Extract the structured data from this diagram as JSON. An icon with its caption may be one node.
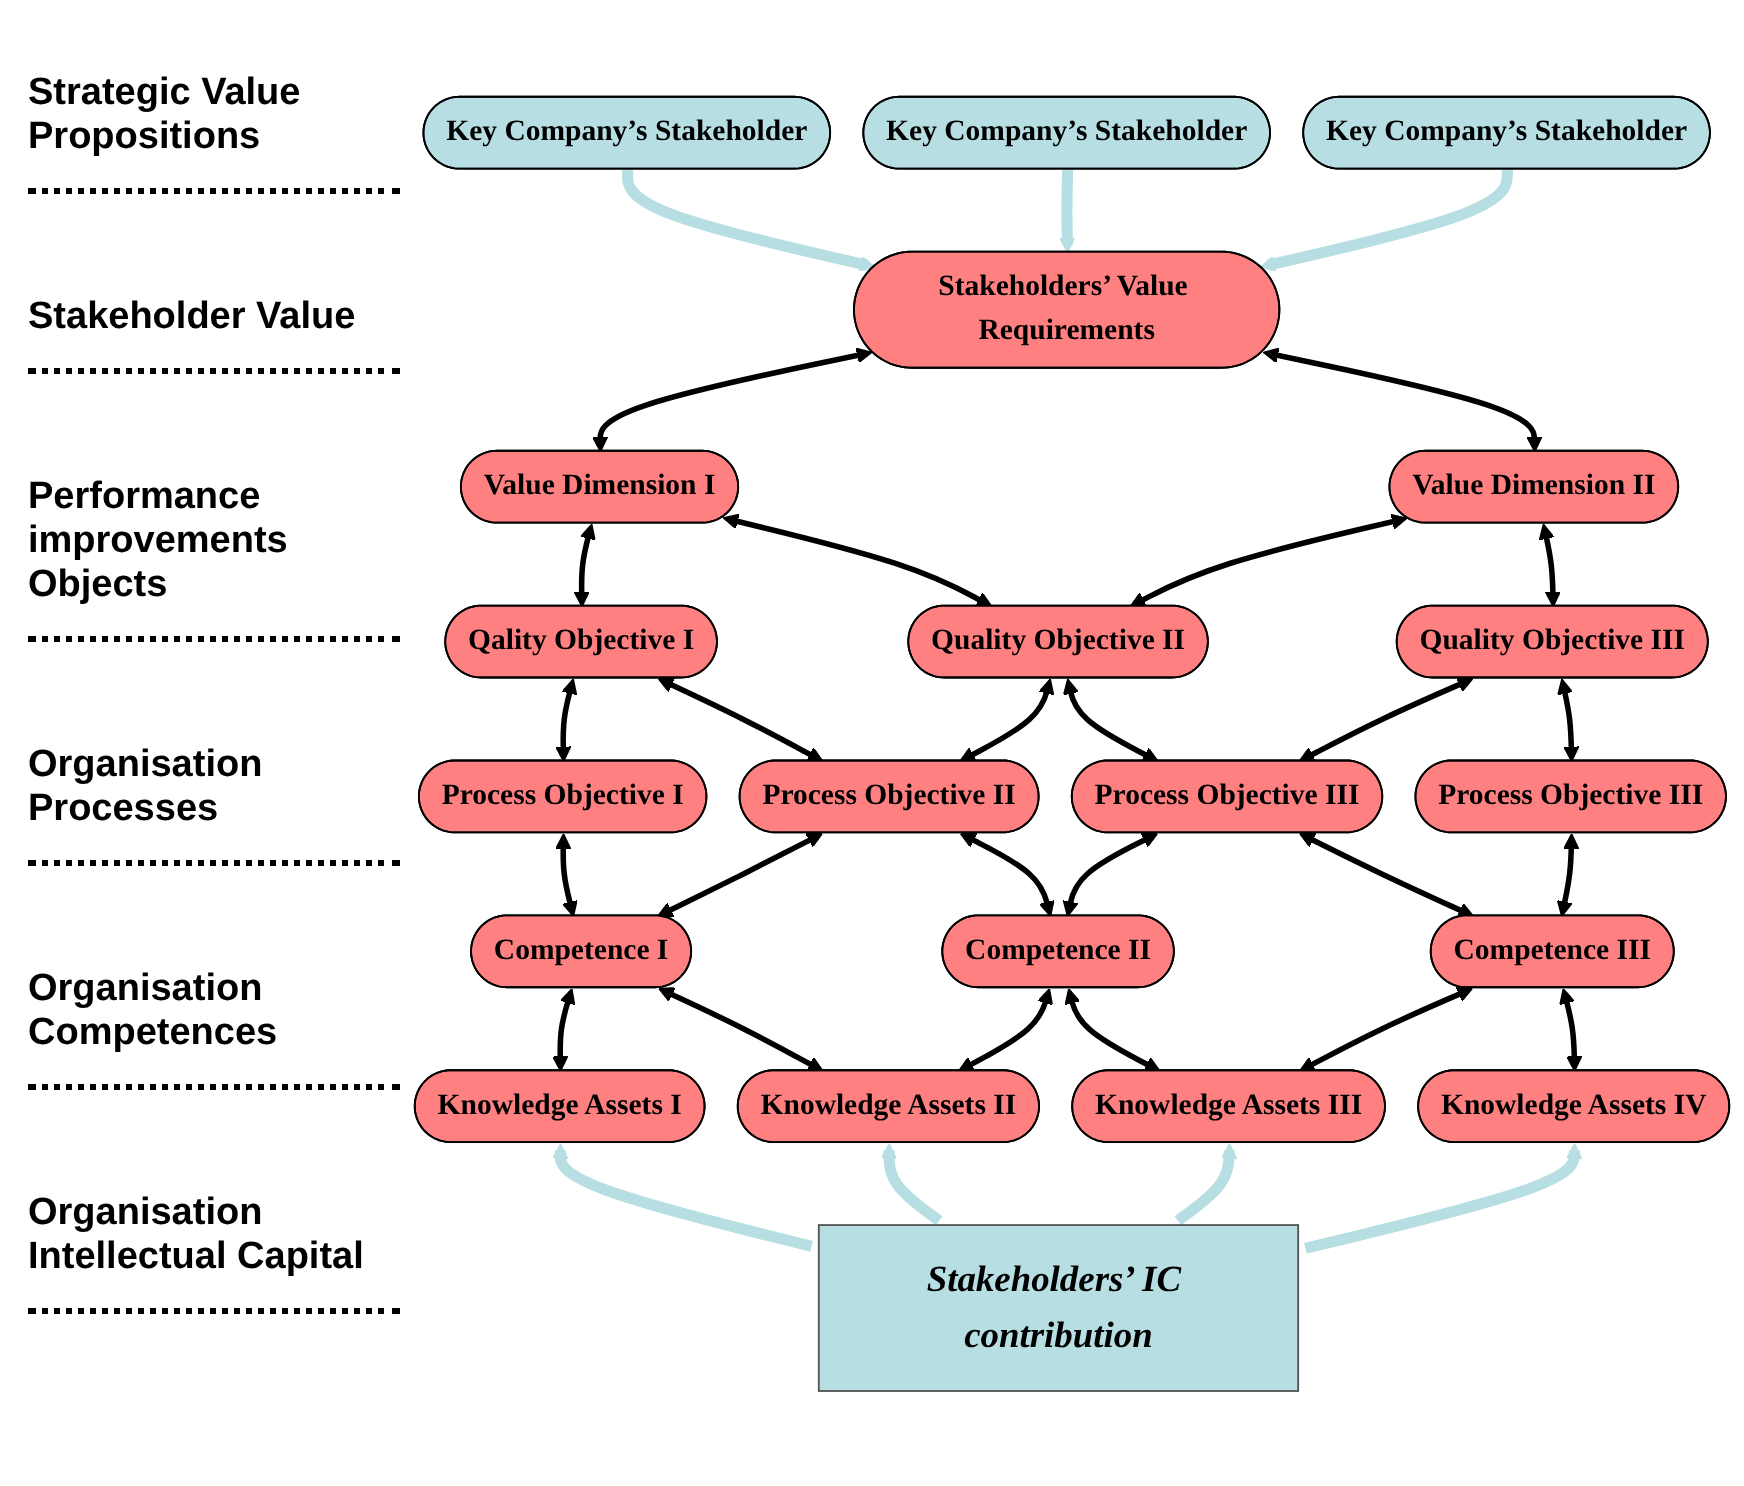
{
  "diagram": {
    "nodes": [
      {
        "text": [
          "Key Company’s Stakeholder"
        ]
      },
      {
        "text": [
          "Key Company’s Stakeholder"
        ]
      },
      {
        "text": [
          "Key Company’s Stakeholder"
        ]
      },
      {
        "text": [
          "Stakeholders’ Value Requirements"
        ]
      },
      {
        "text": [
          "Value Dimension I"
        ]
      },
      {
        "text": [
          "Value Dimension II"
        ]
      },
      {
        "text": [
          "Qality Objective I"
        ]
      },
      {
        "text": [
          "Quality Objective II"
        ]
      },
      {
        "text": [
          "Quality Objective III"
        ]
      },
      {
        "text": [
          "Process Objective I"
        ]
      },
      {
        "text": [
          "Process Objective II"
        ]
      },
      {
        "text": [
          "Process Objective III"
        ]
      },
      {
        "text": [
          "Process Objective III"
        ]
      },
      {
        "text": [
          "Competence I"
        ]
      },
      {
        "text": [
          "Competence II"
        ]
      },
      {
        "text": [
          "Competence III"
        ]
      },
      {
        "text": [
          "Knowledge Assets I"
        ]
      },
      {
        "text": [
          "Knowledge Assets II"
        ]
      },
      {
        "text": [
          "Knowledge Assets III"
        ]
      },
      {
        "text": [
          "Knowledge Assets IV"
        ]
      },
      {
        "text": [
          "Stakeholders’ IC contribution"
        ]
      }
    ],
    "edges": [
      {
        "from": 0,
        "to": 3,
        "arrow": "to",
        "style": "thick",
        "color": "#b7dfe3"
      },
      {
        "from": 1,
        "to": 3,
        "arrow": "to",
        "style": "thick",
        "color": "#b7dfe3"
      },
      {
        "from": 2,
        "to": 3,
        "arrow": "to",
        "style": "thick",
        "color": "#b7dfe3"
      },
      {
        "from": 3,
        "to": 4,
        "arrow": "both"
      },
      {
        "from": 3,
        "to": 5,
        "arrow": "both"
      },
      {
        "from": 4,
        "to": 6,
        "arrow": "both"
      },
      {
        "from": 4,
        "to": 7,
        "arrow": "both"
      },
      {
        "from": 5,
        "to": 7,
        "arrow": "both"
      },
      {
        "from": 5,
        "to": 8,
        "arrow": "both"
      },
      {
        "from": 6,
        "to": 9,
        "arrow": "both"
      },
      {
        "from": 6,
        "to": 10,
        "arrow": "both"
      },
      {
        "from": 7,
        "to": 10,
        "arrow": "both"
      },
      {
        "from": 7,
        "to": 11,
        "arrow": "both"
      },
      {
        "from": 8,
        "to": 11,
        "arrow": "both"
      },
      {
        "from": 8,
        "to": 12,
        "arrow": "both"
      },
      {
        "from": 9,
        "to": 13,
        "arrow": "both"
      },
      {
        "from": 10,
        "to": 13,
        "arrow": "both"
      },
      {
        "from": 10,
        "to": 14,
        "arrow": "both"
      },
      {
        "from": 11,
        "to": 14,
        "arrow": "both"
      },
      {
        "from": 11,
        "to": 15,
        "arrow": "both"
      },
      {
        "from": 12,
        "to": 15,
        "arrow": "both"
      },
      {
        "from": 13,
        "to": 16,
        "arrow": "both"
      },
      {
        "from": 13,
        "to": 17,
        "arrow": "both"
      },
      {
        "from": 14,
        "to": 17,
        "arrow": "both"
      },
      {
        "from": 14,
        "to": 18,
        "arrow": "both"
      },
      {
        "from": 15,
        "to": 18,
        "arrow": "both"
      },
      {
        "from": 15,
        "to": 19,
        "arrow": "both"
      },
      {
        "from": 20,
        "to": 16,
        "arrow": "to",
        "style": "thick",
        "color": "#b7dfe3"
      },
      {
        "from": 20,
        "to": 17,
        "arrow": "to",
        "style": "thick",
        "color": "#b7dfe3"
      },
      {
        "from": 20,
        "to": 18,
        "arrow": "to",
        "style": "thick",
        "color": "#b7dfe3"
      },
      {
        "from": 20,
        "to": 19,
        "arrow": "to",
        "style": "thick",
        "color": "#b7dfe3"
      }
    ],
    "labels": [
      "Strategic Value Propositions",
      "Stakeholder Value",
      "Performance improvements Objects",
      "Organisation Processes",
      "Organisation Competences",
      "Organisation Intellectual Capital"
    ]
  }
}
